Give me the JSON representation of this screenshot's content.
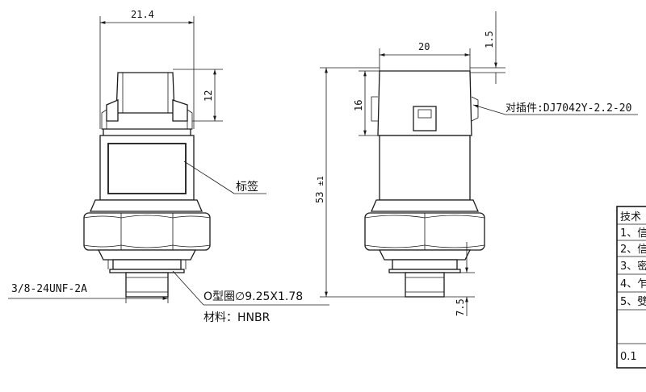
{
  "dimensions": {
    "overall_width": "21.4",
    "top_height": "12",
    "connector_width": "20",
    "top_offset": "1.5",
    "connector_height": "16",
    "total_length": "53",
    "total_length_tol": "±1",
    "thread_length": "7.5"
  },
  "annotations": {
    "label_note": "标签",
    "connector_note": "对插件:DJ7042Y-2.2-20",
    "thread_spec": "3/8-24UNF-2A",
    "oring_spec": "O型圈",
    "oring_size": "9.25X1.78",
    "material": "材料：HNBR"
  },
  "tech_table": {
    "header": "技术",
    "rows": [
      "1、信",
      "2、信",
      "3、密",
      "4、乍",
      "5、䢃",
      "",
      "0.1"
    ]
  }
}
